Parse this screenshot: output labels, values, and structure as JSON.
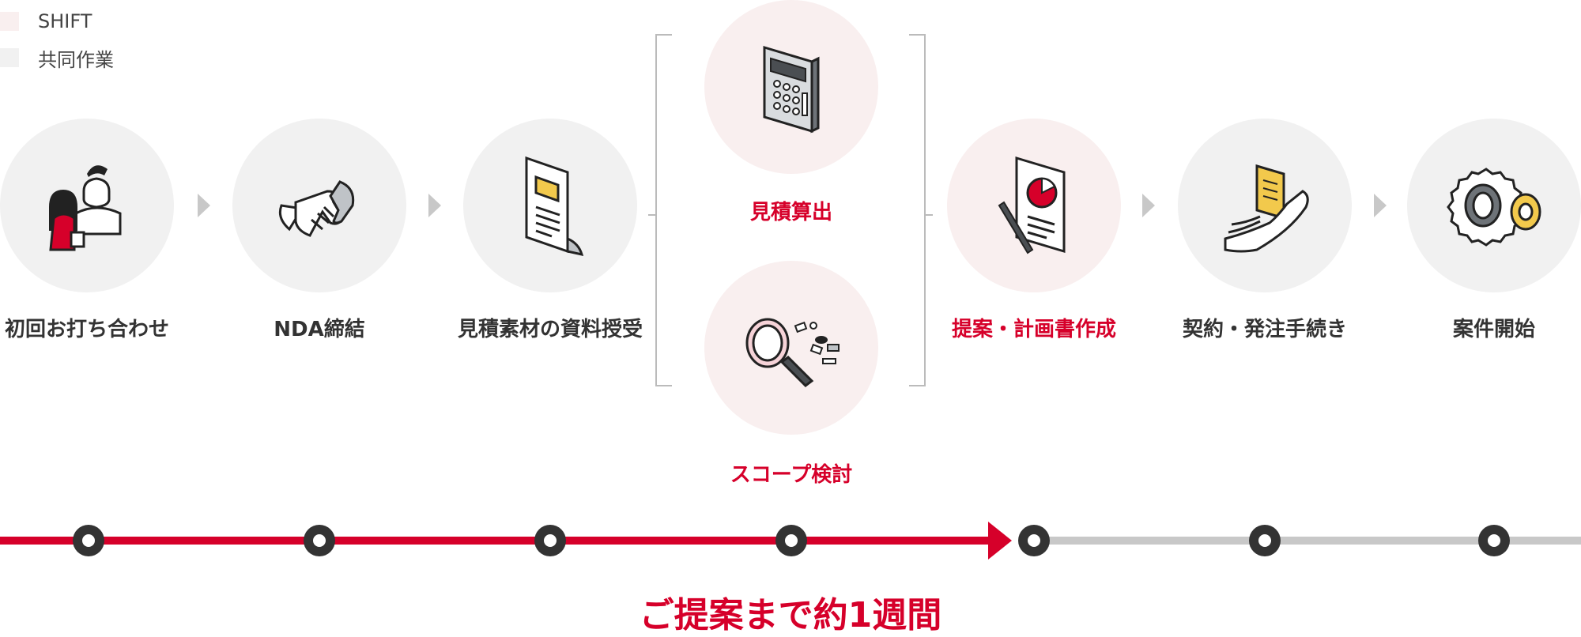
{
  "legend": [
    {
      "label": "SHIFT",
      "color": "#f9efef"
    },
    {
      "label": "共同作業",
      "color": "#f1f1f1"
    }
  ],
  "steps": [
    {
      "label": "初回お打ち合わせ",
      "owner": "joint",
      "icon": "meeting-people-icon"
    },
    {
      "label": "NDA締結",
      "owner": "joint",
      "icon": "handshake-icon"
    },
    {
      "label": "見積素材の資料授受",
      "owner": "joint",
      "icon": "document-icon"
    },
    {
      "label": "見積算出",
      "owner": "shift",
      "icon": "calculator-icon"
    },
    {
      "label": "スコープ検討",
      "owner": "shift",
      "icon": "magnifier-icon"
    },
    {
      "label": "提案・計画書作成",
      "owner": "shift",
      "icon": "proposal-chart-icon"
    },
    {
      "label": "契約・発注手続き",
      "owner": "joint",
      "icon": "hand-contract-icon"
    },
    {
      "label": "案件開始",
      "owner": "joint",
      "icon": "gears-icon"
    }
  ],
  "timeline": {
    "caption": "ご提案まで約1週間",
    "active_color": "#d6002a",
    "inactive_color": "#c8c8c8"
  },
  "colors": {
    "accent": "#d6002a",
    "shift_bg": "#f9efef",
    "joint_bg": "#f1f1f1",
    "dark_text": "#333333"
  }
}
